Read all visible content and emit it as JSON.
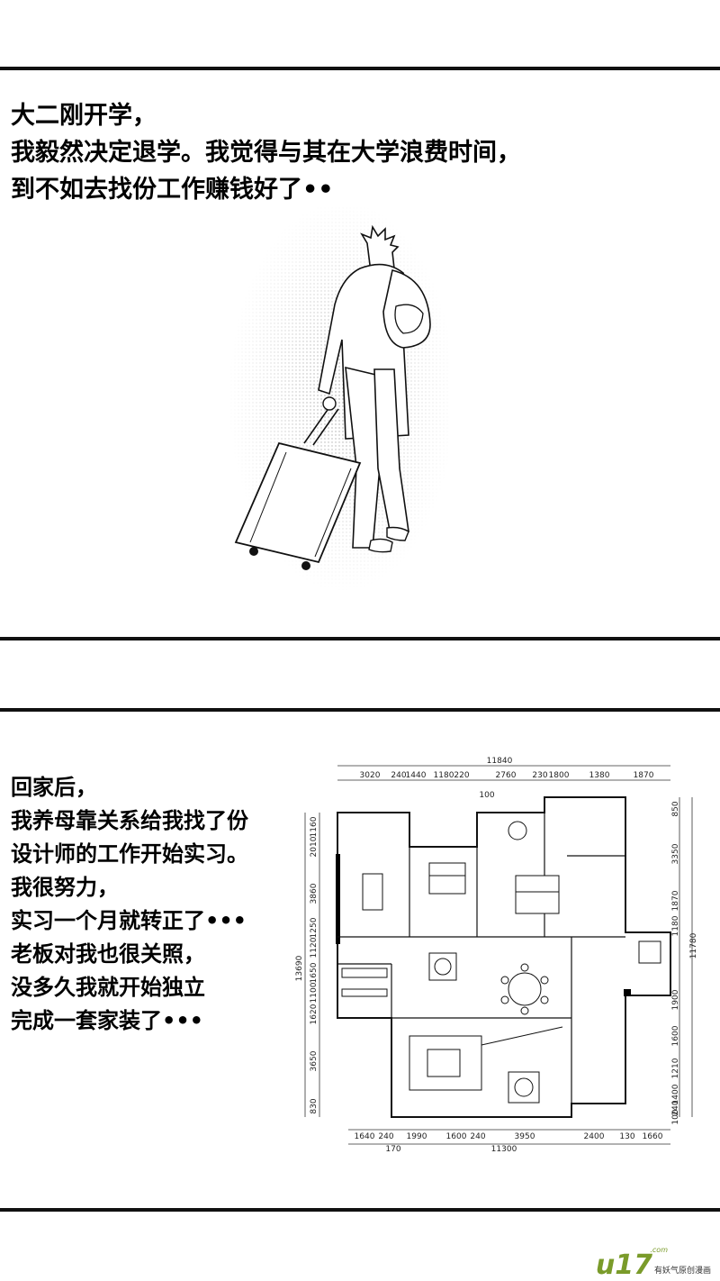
{
  "panel1": {
    "caption": [
      "大二刚开学，",
      "我毅然决定退学。我觉得与其在大学浪费时间，",
      "到不如去找份工作赚钱好了••"
    ]
  },
  "panel2": {
    "caption": [
      "回家后，",
      "我养母靠关系给我找了份",
      "设计师的工作开始实习。",
      "我很努力，",
      "实习一个月就转正了•••",
      "老板对我也很关照，",
      "没多久我就开始独立",
      "完成一套家装了•••"
    ],
    "floorplan": {
      "top_total": "11840",
      "top_segments": [
        "3020",
        "240",
        "1440",
        "1180",
        "220",
        "2760",
        "230",
        "1800",
        "1380",
        "1870"
      ],
      "top_inner": "100",
      "bottom_total": "11300",
      "bottom_segments": [
        "1640",
        "240",
        "1990",
        "1600",
        "240",
        "3950",
        "2400",
        "130",
        "1660"
      ],
      "bottom_inner": "170",
      "left_total": "13690",
      "left_segments": [
        "1160",
        "2010",
        "3860",
        "1250",
        "1120",
        "1650",
        "1100",
        "1620",
        "3650",
        "830"
      ],
      "right_total": "11780",
      "right_segments": [
        "850",
        "3350",
        "1870",
        "1180",
        "1900",
        "1600",
        "1210",
        "1400",
        "240",
        "100"
      ]
    }
  },
  "logo": {
    "mark": "u17",
    "com": ".com",
    "sub": "有妖气原创漫画"
  }
}
